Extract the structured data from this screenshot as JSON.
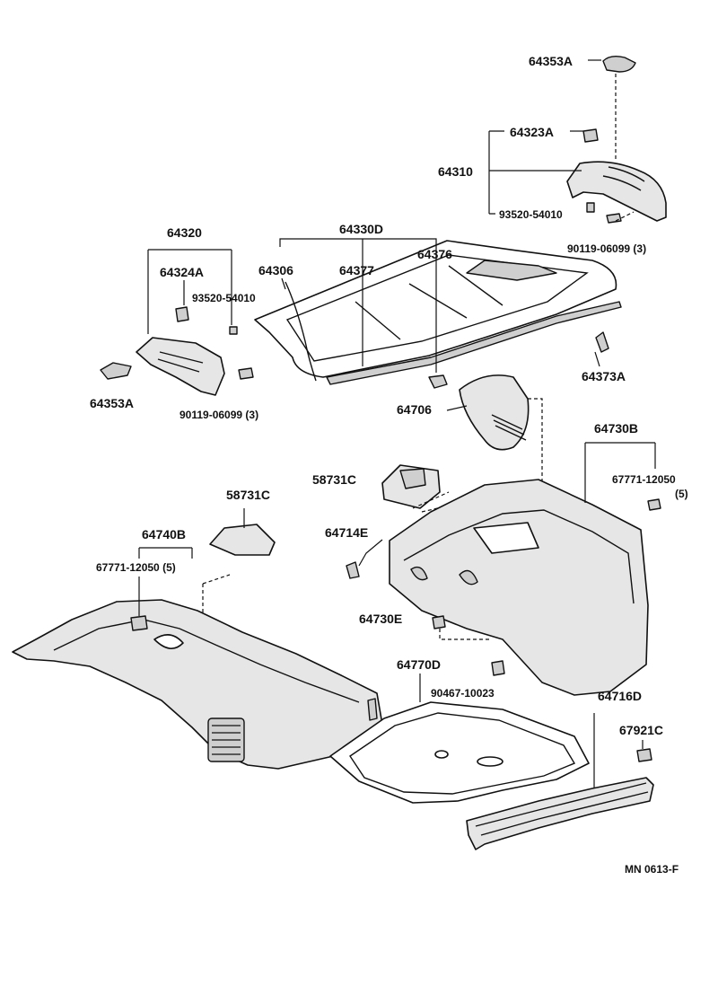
{
  "callouts": {
    "c64353A_top": "64353A",
    "c64323A": "64323A",
    "c64310": "64310",
    "c93520_right": "93520-54010",
    "c90119_right": "90119-06099 (3)",
    "c64330D": "64330D",
    "c64376": "64376",
    "c64306": "64306",
    "c64377": "64377",
    "c64373A": "64373A",
    "c64320": "64320",
    "c64324A": "64324A",
    "c93520_left": "93520-54010",
    "c64353A_left": "64353A",
    "c90119_left": "90119-06099 (3)",
    "c64706": "64706",
    "c58731C_center": "58731C",
    "c64730B": "64730B",
    "c67771_right": "67771-12050",
    "c67771_right_qty": "(5)",
    "c58731C_left": "58731C",
    "c64740B": "64740B",
    "c67771_left": "67771-12050 (5)",
    "c64714E": "64714E",
    "c64730E": "64730E",
    "c64770D": "64770D",
    "c90467": "90467-10023",
    "c64716D": "64716D",
    "c67921C": "67921C"
  },
  "diagram_code": "MN 0613-F"
}
